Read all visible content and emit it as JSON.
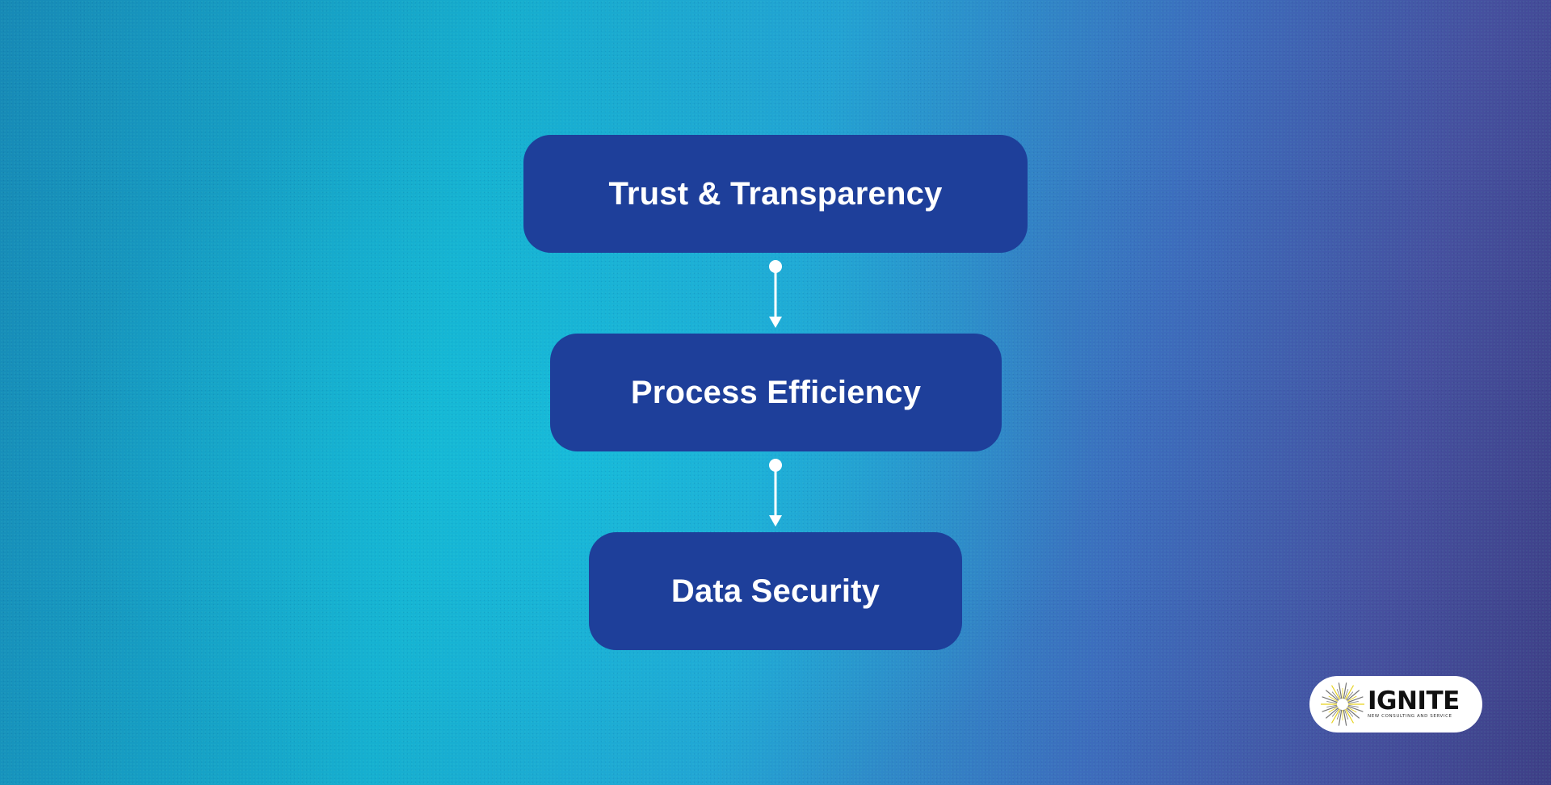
{
  "diagram": {
    "nodes": [
      {
        "label": "Trust & Transparency"
      },
      {
        "label": "Process Efficiency"
      },
      {
        "label": "Data Security"
      }
    ],
    "connectors": [
      {
        "from": "Trust & Transparency",
        "to": "Process Efficiency"
      },
      {
        "from": "Process Efficiency",
        "to": "Data Security"
      }
    ]
  },
  "logo": {
    "name": "IGNITE",
    "tagline": "NEW CONSULTING AND SERVICE",
    "icon": "starburst-icon"
  },
  "colors": {
    "node_fill": "#1e3f9a",
    "node_text": "#ffffff",
    "connector": "#ffffff",
    "logo_burst": "#e6d21f"
  }
}
